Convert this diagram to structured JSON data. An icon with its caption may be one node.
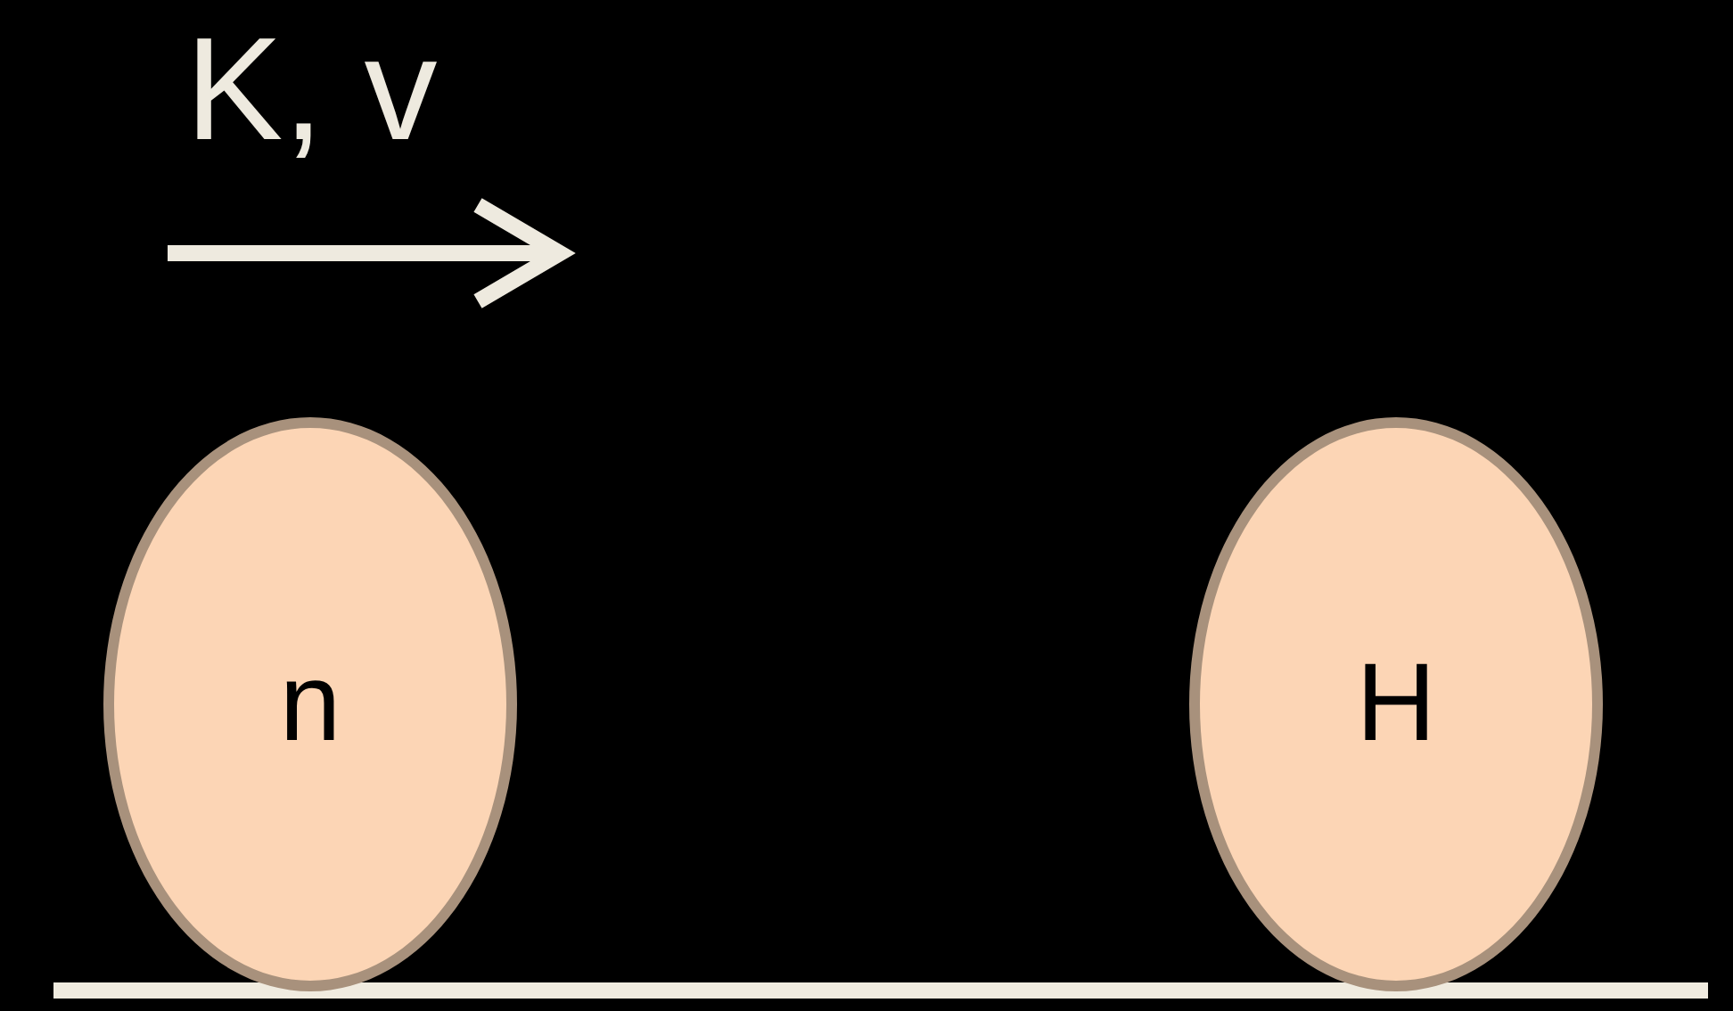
{
  "diagram": {
    "nodes": [
      {
        "text": [
          "n"
        ]
      },
      {
        "text": [
          "H"
        ]
      }
    ],
    "labels": [
      "K, v"
    ]
  }
}
